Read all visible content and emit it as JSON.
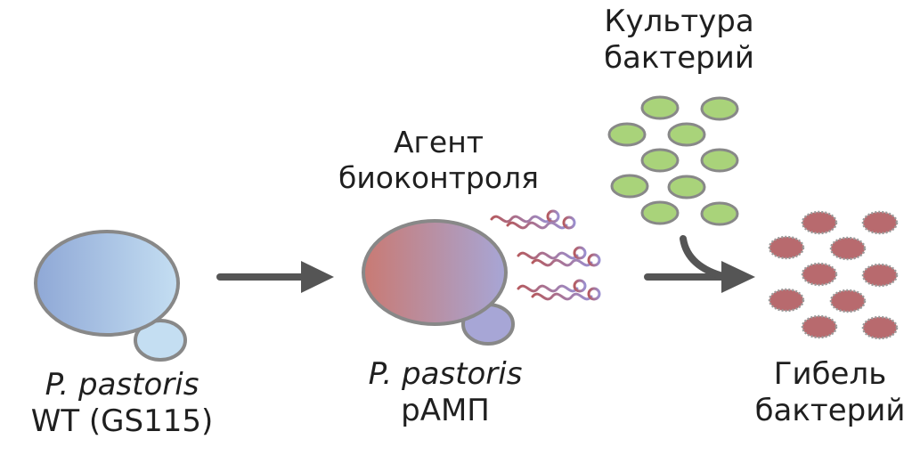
{
  "labels": {
    "wt_title": "P. pastoris",
    "wt_subtitle": "WT (GS115)",
    "amp_title": "P. pastoris",
    "amp_subtitle": "pАМП",
    "agent_line1": "Агент",
    "agent_line2": "биоконтроля",
    "culture_line1": "Культура",
    "culture_line2": "бактерий",
    "death_line1": "Гибель",
    "death_line2": "бактерий"
  },
  "colors": {
    "arrow": "#555555",
    "cell_outline": "#888888",
    "wt_cell_left": "#8fa8d6",
    "wt_cell_right": "#c4def2",
    "amp_cell_left": "#c97a73",
    "amp_cell_right": "#a7a6d6",
    "live_bacteria": "#a9d37a",
    "dead_bacteria": "#b86a6e",
    "peptide_red": "#b55a5f",
    "peptide_purple": "#9a8fd0"
  }
}
